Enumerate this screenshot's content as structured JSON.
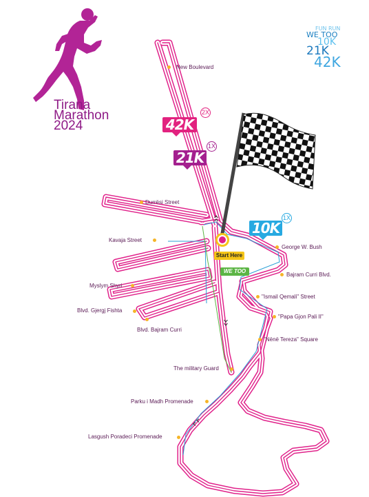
{
  "event": {
    "title_line1": "Tirana",
    "title_line2": "Marathon",
    "title_line3": "2024"
  },
  "distance_legend": {
    "fun_run": "FUN RUN",
    "we_too": "WE TOO",
    "d10k": "10K",
    "d21k": "21K",
    "d42k": "42K"
  },
  "route_tags": {
    "k42": "42K",
    "k42_laps": "2X",
    "k21": "21K",
    "k21_laps": "1X",
    "k10": "10K",
    "k10_laps": "1X",
    "start": "Start Here",
    "we_too": "WE TOO"
  },
  "streets": {
    "new_boulevard": "New Boulevard",
    "durresi": "Durrësi Street",
    "kavaja": "Kavaja Street",
    "myslym": "Myslym Shyri",
    "gjergj": "Blvd. Gjergj Fishta",
    "bajram_left": "Blvd. Bajram Curri",
    "george": "George W. Bush",
    "bajram_right": "Bajram Curri Blvd.",
    "ismail": "\"Ismail Qemali\" Street",
    "papa": "\"Papa Gjon Pali II\"",
    "nene": "\"Nënë Tereza\" Square",
    "military": "The military Guard",
    "parku": "Parku i Madh Promenade",
    "lasgush": "Lasgush Poradeci Promenade"
  },
  "colors": {
    "brand_magenta": "#8e1a86",
    "route_pink": "#e0218a",
    "route_blue": "#2a9fd6",
    "route_green": "#5cb545",
    "tag_42k": "#e2227f",
    "tag_21k": "#a4208f",
    "tag_10k": "#27a9e1",
    "poi_dot": "#f5b528"
  },
  "icons": {
    "runner": "runner-silhouette-icon",
    "flag": "checkered-flag-icon",
    "start_marker": "start-pin-icon",
    "direction": "chevron-arrow-icon"
  }
}
